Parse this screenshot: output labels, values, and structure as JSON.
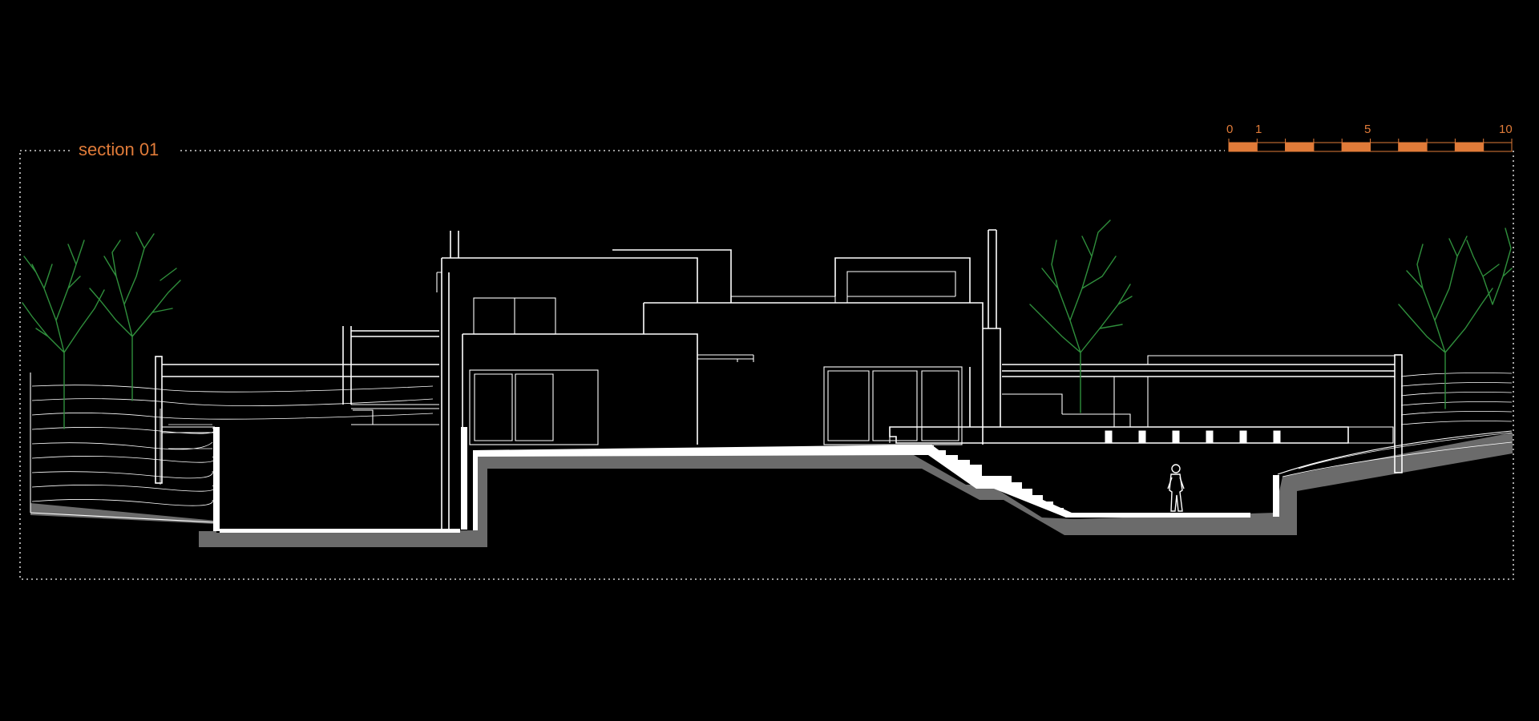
{
  "drawing": {
    "title": "section 01"
  },
  "scale_bar": {
    "labels": [
      "0",
      "1",
      "5",
      "10"
    ],
    "segments": 10
  },
  "colors": {
    "background": "#000000",
    "linework": "#ffffff",
    "ground_fill": "#6b6b6b",
    "accent": "#e07b39",
    "trees": "#2f8f3c",
    "frame": "#cfcfcf"
  }
}
